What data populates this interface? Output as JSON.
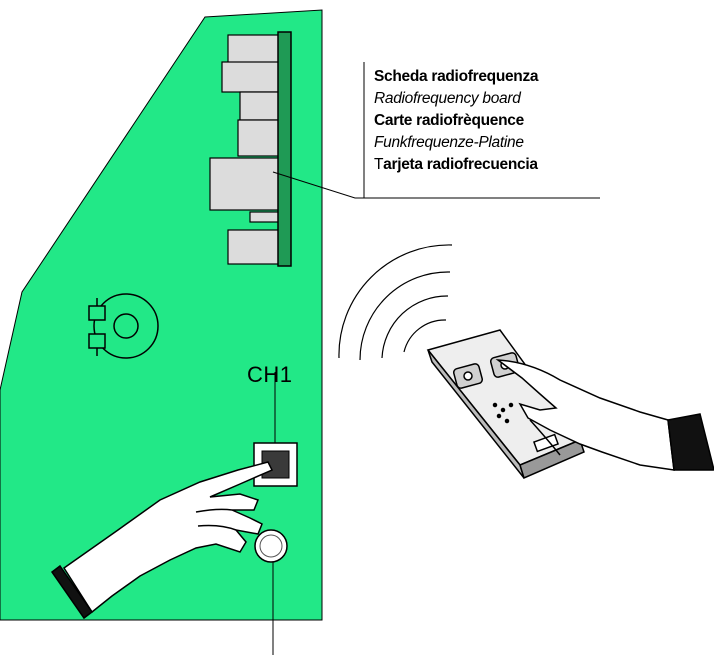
{
  "board_label": {
    "it": "Scheda radiofrequenza",
    "en": "Radiofrequency board",
    "fr": "Carte radiofrèquence",
    "de": "Funkfrequenze-Platine",
    "es_initial": "T",
    "es_rest": "arjeta radiofrecuencia"
  },
  "button_label": "CH1",
  "colors": {
    "board_green": "#22e887",
    "daughterboard_green": "#1f9a55",
    "component_grey": "#dcdcdc",
    "outline": "#000000"
  },
  "icons": [
    "hand-pressing-button-icon",
    "hand-holding-remote-icon",
    "radio-waves-icon",
    "remote-control-icon"
  ]
}
